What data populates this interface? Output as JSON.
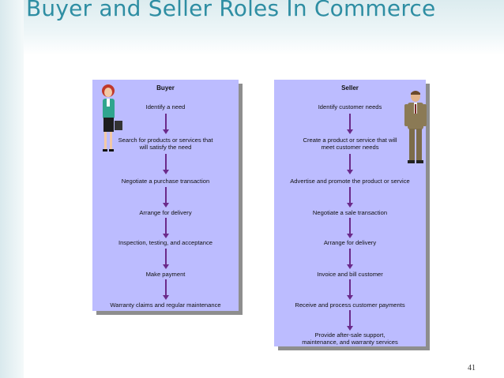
{
  "slide": {
    "title": "Buyer and Seller Roles In Commerce",
    "page_number": "41"
  },
  "buyer": {
    "heading": "Buyer",
    "steps": [
      "Identify a need",
      "Search for products or services that will satisfy the need",
      "Negotiate a purchase transaction",
      "Arrange for delivery",
      "Inspection, testing, and acceptance",
      "Make payment",
      "Warranty claims and regular maintenance"
    ]
  },
  "seller": {
    "heading": "Seller",
    "steps": [
      "Identify customer needs",
      "Create a product or service that will meet customer needs",
      "Advertise and promote the product or service",
      "Negotiate a sale transaction",
      "Arrange for delivery",
      "Invoice and bill customer",
      "Receive and process customer payments",
      "Provide after-sale support, maintenance, and warranty services"
    ]
  },
  "colors": {
    "title": "#2e8ea3",
    "panel": "#bcbcff",
    "arrow": "#6b2a8a"
  }
}
